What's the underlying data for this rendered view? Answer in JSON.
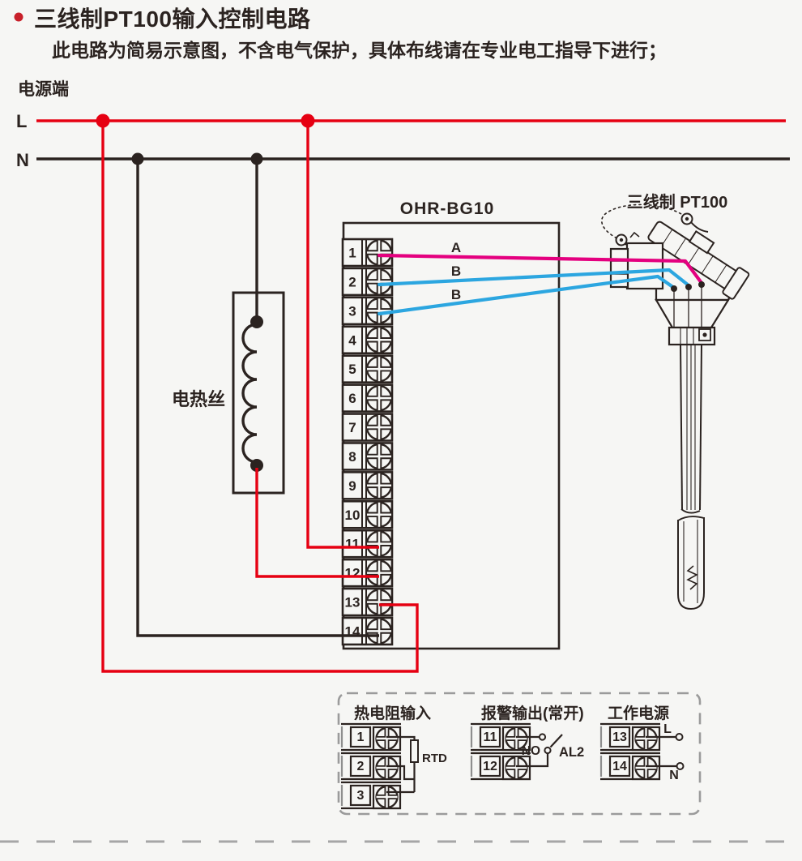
{
  "header": {
    "title": "三线制PT100输入控制电路",
    "subtitle": "此电路为简易示意图，不含电气保护，具体布线请在专业电工指导下进行；"
  },
  "power": {
    "label": "电源端",
    "live_label": "L",
    "neutral_label": "N"
  },
  "heater": {
    "label": "电热丝"
  },
  "controller": {
    "label": "OHR-BG10",
    "terminals": [
      "1",
      "2",
      "3",
      "4",
      "5",
      "6",
      "7",
      "8",
      "9",
      "10",
      "11",
      "12",
      "13",
      "14"
    ]
  },
  "sensor": {
    "label": "三线制 PT100",
    "wire_labels": [
      "A",
      "B",
      "B"
    ]
  },
  "legend": {
    "groups": [
      {
        "title": "热电阻输入",
        "terminals": [
          "1",
          "2",
          "3"
        ],
        "component_label": "RTD"
      },
      {
        "title": "报警输出(常开)",
        "terminals": [
          "11",
          "12"
        ],
        "contact_label": "NO",
        "alarm_label": "AL2"
      },
      {
        "title": "工作电源",
        "terminals": [
          "13",
          "14"
        ],
        "live_label": "L",
        "neutral_label": "N"
      }
    ]
  },
  "colors": {
    "live_wire": "#e60012",
    "neutral_wire": "#2b2320",
    "sensor_wire_a": "#e4007f",
    "sensor_wire_b": "#2ca6e0",
    "bullet": "#c8202a",
    "legend_border": "#9b9b9b",
    "page_dash": "#a6a6a6"
  }
}
